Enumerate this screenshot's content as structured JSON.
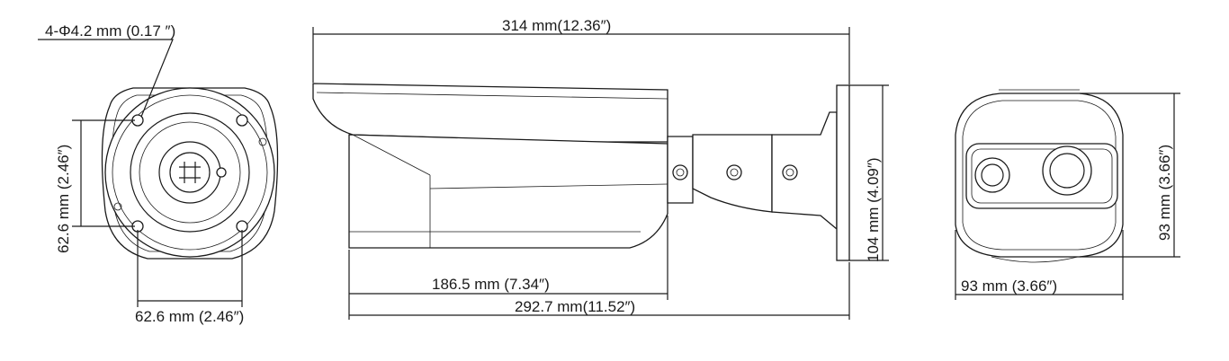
{
  "views": {
    "front": {
      "hole_spec": "4-Φ4.2 mm (0.17 ″)",
      "vertical_spacing": "62.6 mm   (2.46″)",
      "horizontal_spacing": "62.6 mm (2.46″)"
    },
    "side": {
      "overall_length": "314 mm(12.36″)",
      "housing_length": "186.5 mm (7.34″)",
      "body_length": "292.7 mm(11.52″)",
      "mount_height": "104 mm (4.09″)"
    },
    "back": {
      "height": "93 mm (3.66″)",
      "width": "93 mm  (3.66″)"
    }
  }
}
